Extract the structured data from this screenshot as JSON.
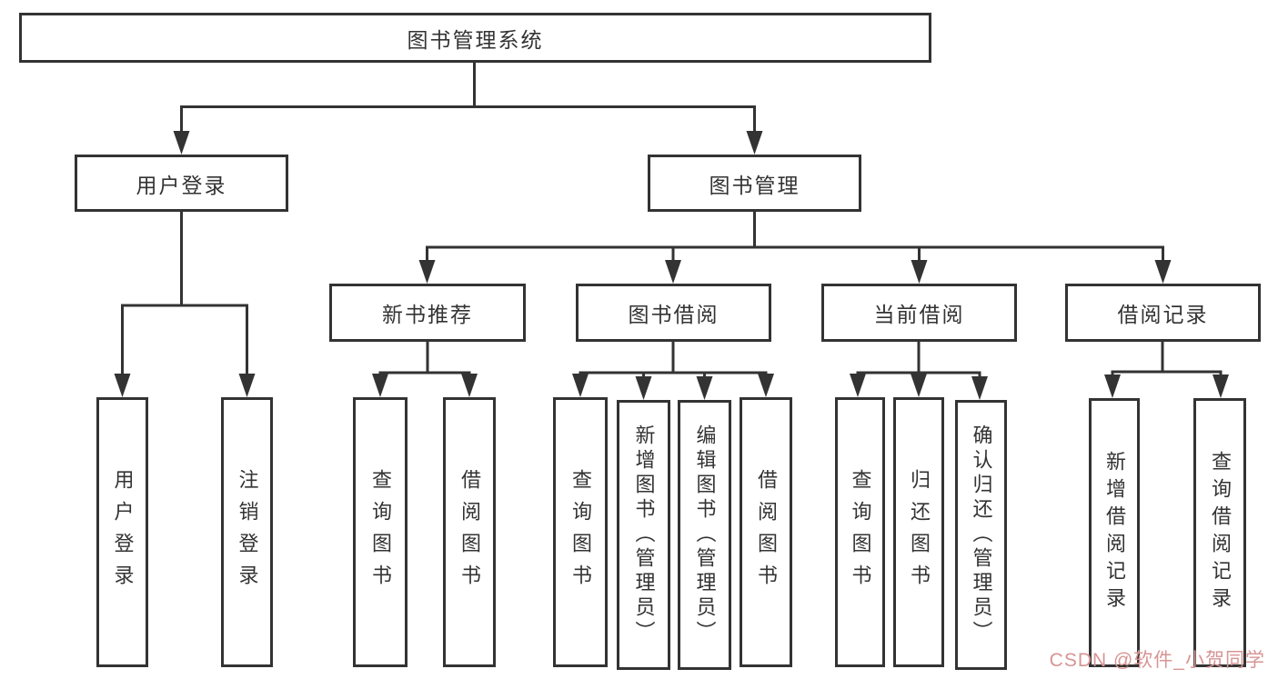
{
  "diagram": {
    "colors": {
      "line": "#333333",
      "box_border": "#333333",
      "box_background": "#ffffff",
      "text": "#333333",
      "watermark_text": "#d89494"
    },
    "root": {
      "label": "图书管理系统",
      "children": [
        {
          "label": "用户登录",
          "children": [
            {
              "label": "用户登录"
            },
            {
              "label": "注销登录"
            }
          ]
        },
        {
          "label": "图书管理",
          "children": [
            {
              "label": "新书推荐",
              "children": [
                {
                  "label": "查询图书"
                },
                {
                  "label": "借阅图书"
                }
              ]
            },
            {
              "label": "图书借阅",
              "children": [
                {
                  "label": "查询图书"
                },
                {
                  "label": "新增图书（管理员）"
                },
                {
                  "label": "编辑图书（管理员）"
                },
                {
                  "label": "借阅图书"
                }
              ]
            },
            {
              "label": "当前借阅",
              "children": [
                {
                  "label": "查询图书"
                },
                {
                  "label": "归还图书"
                },
                {
                  "label": "确认归还（管理员）"
                }
              ]
            },
            {
              "label": "借阅记录",
              "children": [
                {
                  "label": "新增借阅记录"
                },
                {
                  "label": "查询借阅记录"
                }
              ]
            }
          ]
        }
      ]
    },
    "watermark": "CSDN @软件_小贺同学"
  }
}
